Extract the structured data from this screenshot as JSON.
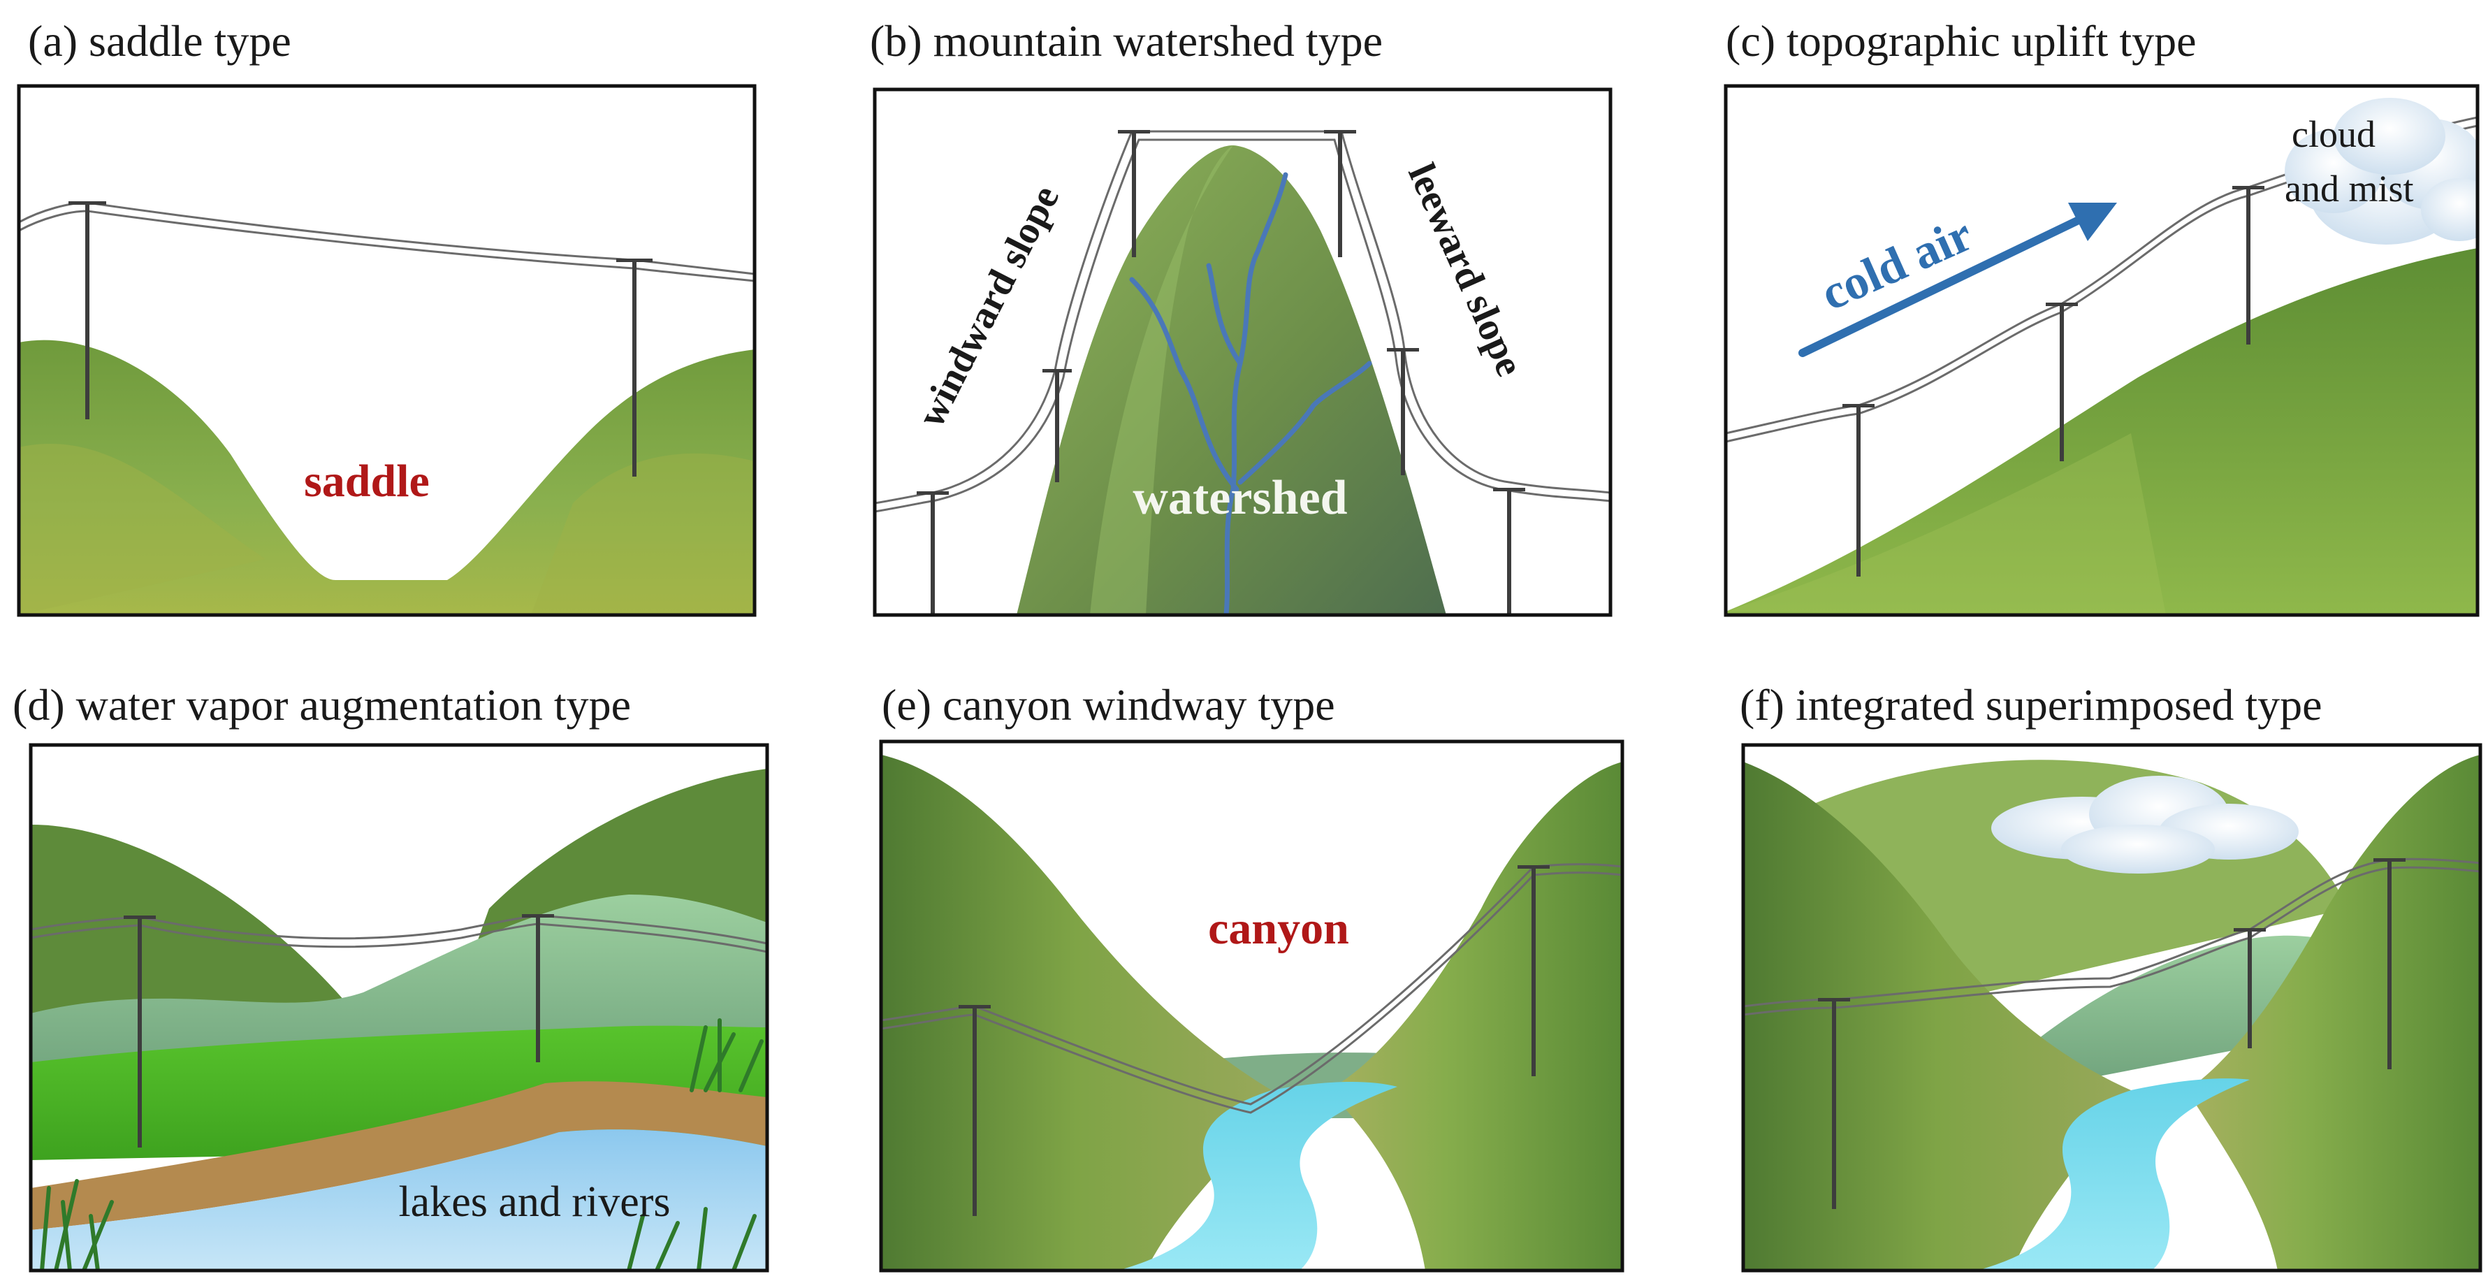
{
  "panels": [
    {
      "id": "a",
      "caption": "(a) saddle type",
      "labels": {
        "main": "saddle"
      }
    },
    {
      "id": "b",
      "caption": "(b) mountain watershed type",
      "labels": {
        "windward": "windward slope",
        "leeward": "leeward slope",
        "main": "watershed"
      }
    },
    {
      "id": "c",
      "caption": "(c) topographic uplift type",
      "labels": {
        "arrow": "cold air",
        "cloud_line1": "cloud",
        "cloud_line2": "and mist"
      }
    },
    {
      "id": "d",
      "caption": "(d) water vapor augmentation type",
      "labels": {
        "main": "lakes and rivers"
      }
    },
    {
      "id": "e",
      "caption": "(e) canyon windway type",
      "labels": {
        "main": "canyon"
      }
    },
    {
      "id": "f",
      "caption": "(f) integrated superimposed type",
      "labels": {}
    }
  ],
  "colors": {
    "label_red": "#b01818",
    "label_blue": "#2f6fb0",
    "label_white": "#f4f6ef",
    "label_dark": "#1a1a1a",
    "hill_light": "#8fb35a",
    "hill_dark": "#4f7a32",
    "water": "#7fd8ea",
    "river_blue": "#4a78b8"
  }
}
